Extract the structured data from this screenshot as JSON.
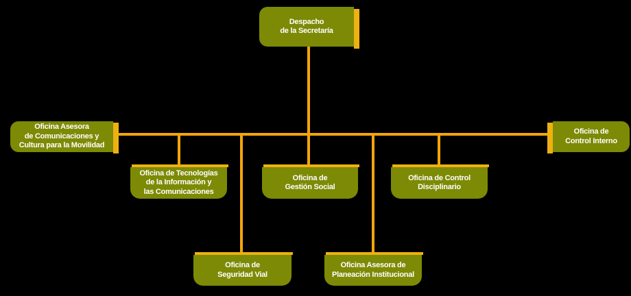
{
  "palette": {
    "background": "#000000",
    "node_fill": "#7D8A05",
    "accent_bar": "#EDB111",
    "connector_line": "#F3A50C",
    "node_text": "#FFFFFF"
  },
  "org_chart": {
    "type": "organization-chart",
    "nodes": {
      "despacho": {
        "label": "Despacho\nde la Secretaría",
        "reports_to": null
      },
      "comunicaciones": {
        "label": "Oficina Asesora\nde Comunicaciones y\nCultura para la Movilidad",
        "reports_to": "despacho"
      },
      "control_interno": {
        "label": "Oficina de\nControl Interno",
        "reports_to": "despacho"
      },
      "tecnologias": {
        "label": "Oficina de Tecnologías\nde la Información y\nlas Comunicaciones",
        "reports_to": "despacho"
      },
      "gestion_social": {
        "label": "Oficina de\nGestión Social",
        "reports_to": "despacho"
      },
      "disciplinario": {
        "label": "Oficina de Control\nDisciplinario",
        "reports_to": "despacho"
      },
      "seguridad_vial": {
        "label": "Oficina de\nSeguridad Vial",
        "reports_to": "despacho"
      },
      "planeacion": {
        "label": "Oficina Asesora de\nPlaneación Institucional",
        "reports_to": "despacho"
      }
    }
  }
}
